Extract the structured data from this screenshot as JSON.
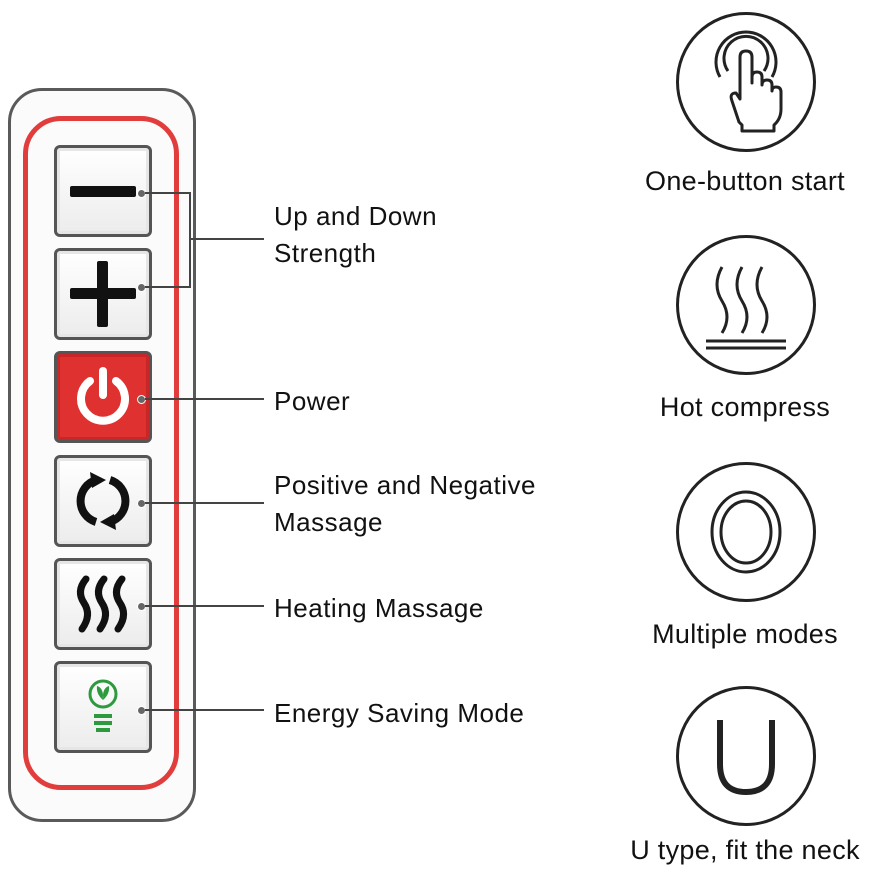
{
  "remote": {
    "buttons": [
      {
        "id": "minus",
        "icon": "minus-icon"
      },
      {
        "id": "plus",
        "icon": "plus-icon"
      },
      {
        "id": "power",
        "icon": "power-icon",
        "color": "#e03131"
      },
      {
        "id": "rotate",
        "icon": "rotate-arrows-icon"
      },
      {
        "id": "heat",
        "icon": "heat-waves-icon"
      },
      {
        "id": "eco",
        "icon": "energy-saving-icon",
        "color": "#2e9a3e"
      }
    ],
    "accent_color": "#e23d3d"
  },
  "labels": {
    "strength_line1": "Up and Down",
    "strength_line2": "Strength",
    "power": "Power",
    "massage_line1": "Positive and Negative",
    "massage_line2": "Massage",
    "heating": "Heating Massage",
    "energy": "Energy Saving Mode"
  },
  "features": [
    {
      "icon": "touch-hand-icon",
      "label": "One-button start"
    },
    {
      "icon": "hot-compress-icon",
      "label": "Hot compress"
    },
    {
      "icon": "multiple-modes-icon",
      "label": "Multiple modes"
    },
    {
      "icon": "u-shape-icon",
      "label": "U type, fit the neck"
    }
  ]
}
